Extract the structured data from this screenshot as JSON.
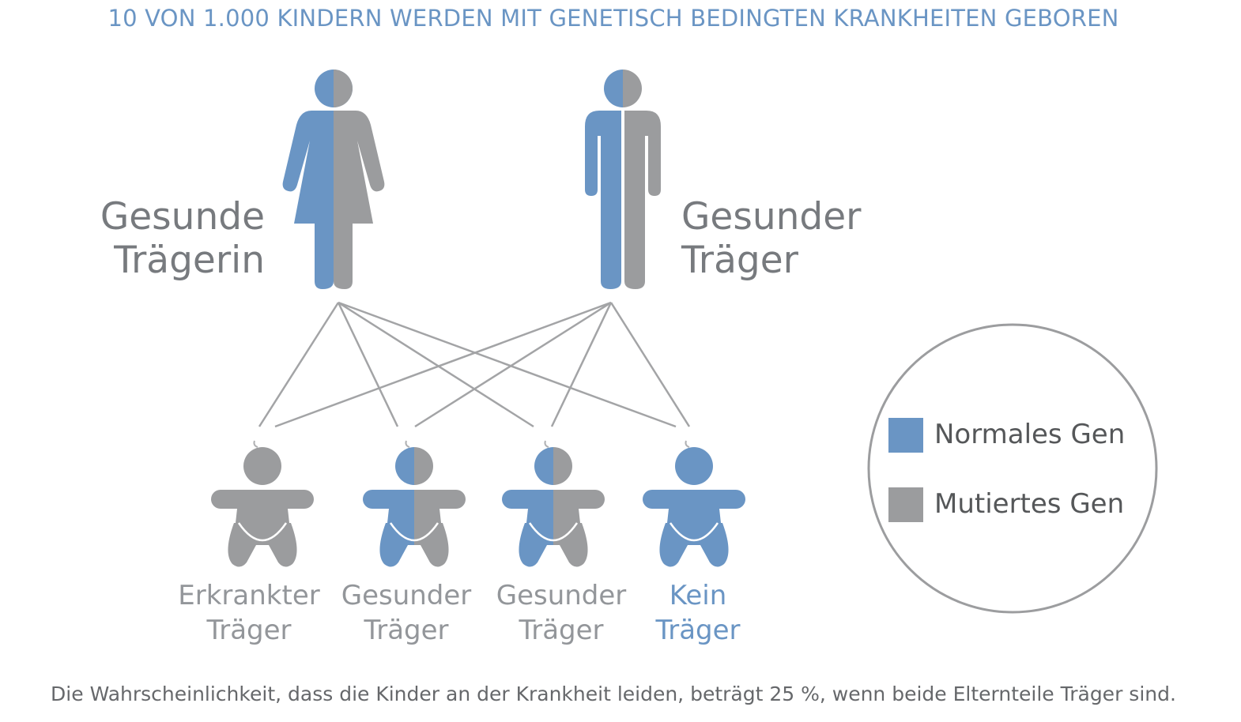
{
  "title": "10 VON 1.000 KINDERN WERDEN MIT GENETISCH BEDINGTEN KRANKHEITEN GEBOREN",
  "parents": {
    "mother": {
      "line1": "Gesunde",
      "line2": "Trägerin"
    },
    "father": {
      "line1": "Gesunder",
      "line2": "Träger"
    }
  },
  "children": [
    {
      "line1": "Erkrankter",
      "line2": "Träger",
      "genes": "mutated-mutated"
    },
    {
      "line1": "Gesunder",
      "line2": "Träger",
      "genes": "normal-mutated"
    },
    {
      "line1": "Gesunder",
      "line2": "Träger",
      "genes": "normal-mutated"
    },
    {
      "line1": "Kein",
      "line2": "Träger",
      "genes": "normal-normal"
    }
  ],
  "legend": {
    "normal": "Normales Gen",
    "mutated": "Mutiertes Gen"
  },
  "caption": "Die Wahrscheinlichkeit, dass die Kinder an der Krankheit leiden, beträgt 25 %, wenn beide Elternteile Träger sind.",
  "colors": {
    "normal": "#6a95c4",
    "mutated": "#9b9c9e",
    "title": "#6a95c4"
  }
}
